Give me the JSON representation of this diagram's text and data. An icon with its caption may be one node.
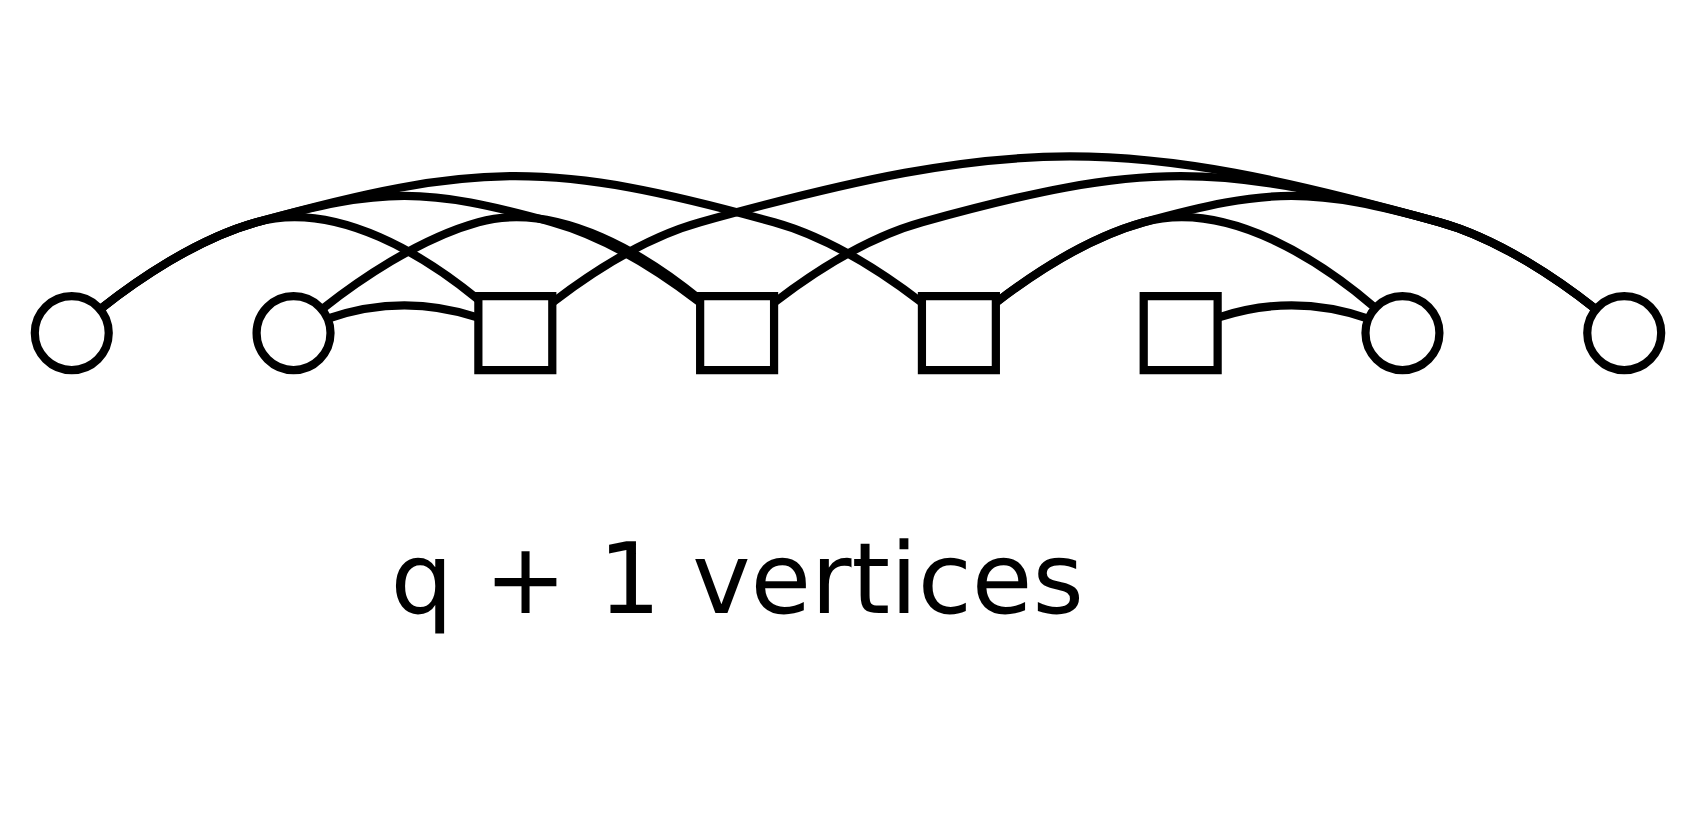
{
  "diagram": {
    "nodes": [
      {
        "text": [],
        "shape": "circle"
      },
      {
        "text": [],
        "shape": "circle"
      },
      {
        "text": [],
        "shape": "box"
      },
      {
        "text": [],
        "shape": "box"
      },
      {
        "text": [],
        "shape": "box"
      },
      {
        "text": [],
        "shape": "box"
      },
      {
        "text": [],
        "shape": "circle"
      },
      {
        "text": [],
        "shape": "circle"
      }
    ],
    "edges": [
      {
        "from": 0,
        "to": 2,
        "arrow": "none"
      },
      {
        "from": 0,
        "to": 3,
        "arrow": "none"
      },
      {
        "from": 0,
        "to": 4,
        "arrow": "none"
      },
      {
        "from": 1,
        "to": 2,
        "arrow": "none"
      },
      {
        "from": 1,
        "to": 3,
        "arrow": "none"
      },
      {
        "from": 7,
        "to": 2,
        "arrow": "none"
      },
      {
        "from": 7,
        "to": 3,
        "arrow": "none"
      },
      {
        "from": 7,
        "to": 4,
        "arrow": "none"
      },
      {
        "from": 6,
        "to": 4,
        "arrow": "none"
      },
      {
        "from": 6,
        "to": 5,
        "arrow": "none"
      }
    ],
    "labels": [
      "q + 1 vertices"
    ]
  }
}
